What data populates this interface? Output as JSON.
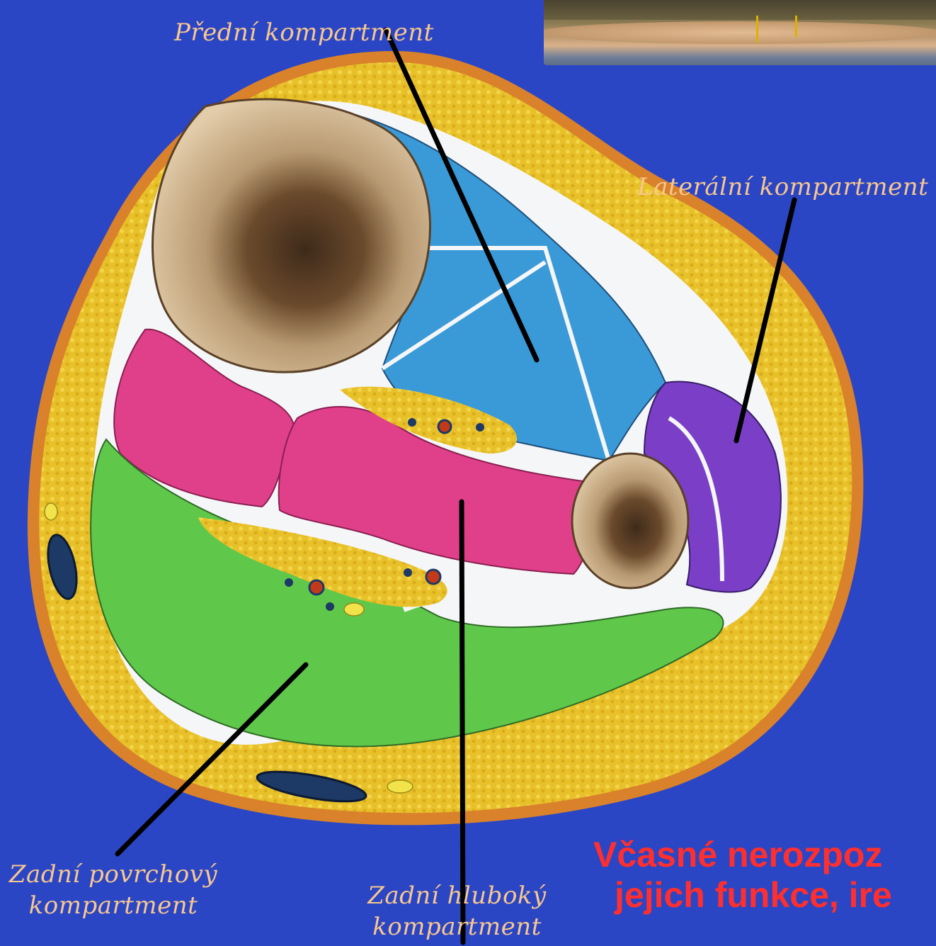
{
  "labels": {
    "anterior": "Přední kompartment",
    "lateral": "Laterální kompartment",
    "superficial_posterior_line1": "Zadní povrchový",
    "superficial_posterior_line2": "kompartment",
    "deep_posterior_line1": "Zadní hluboký",
    "deep_posterior_line2": "kompartment"
  },
  "warning": {
    "line1": "Včasné nerozpoz",
    "line2": "jejich funkce, ire"
  },
  "colors": {
    "background": "#2b46c4",
    "fat": "#e8c12a",
    "skin": "#d9822b",
    "anterior_compartment": "#3a9ad8",
    "lateral_compartment": "#7a3fc6",
    "deep_posterior_compartment": "#e0408a",
    "superficial_posterior_compartment": "#5fc84a",
    "bone": "#dcc39a",
    "label_text": "#f8c790",
    "warning_text": "#ff2f2f"
  }
}
